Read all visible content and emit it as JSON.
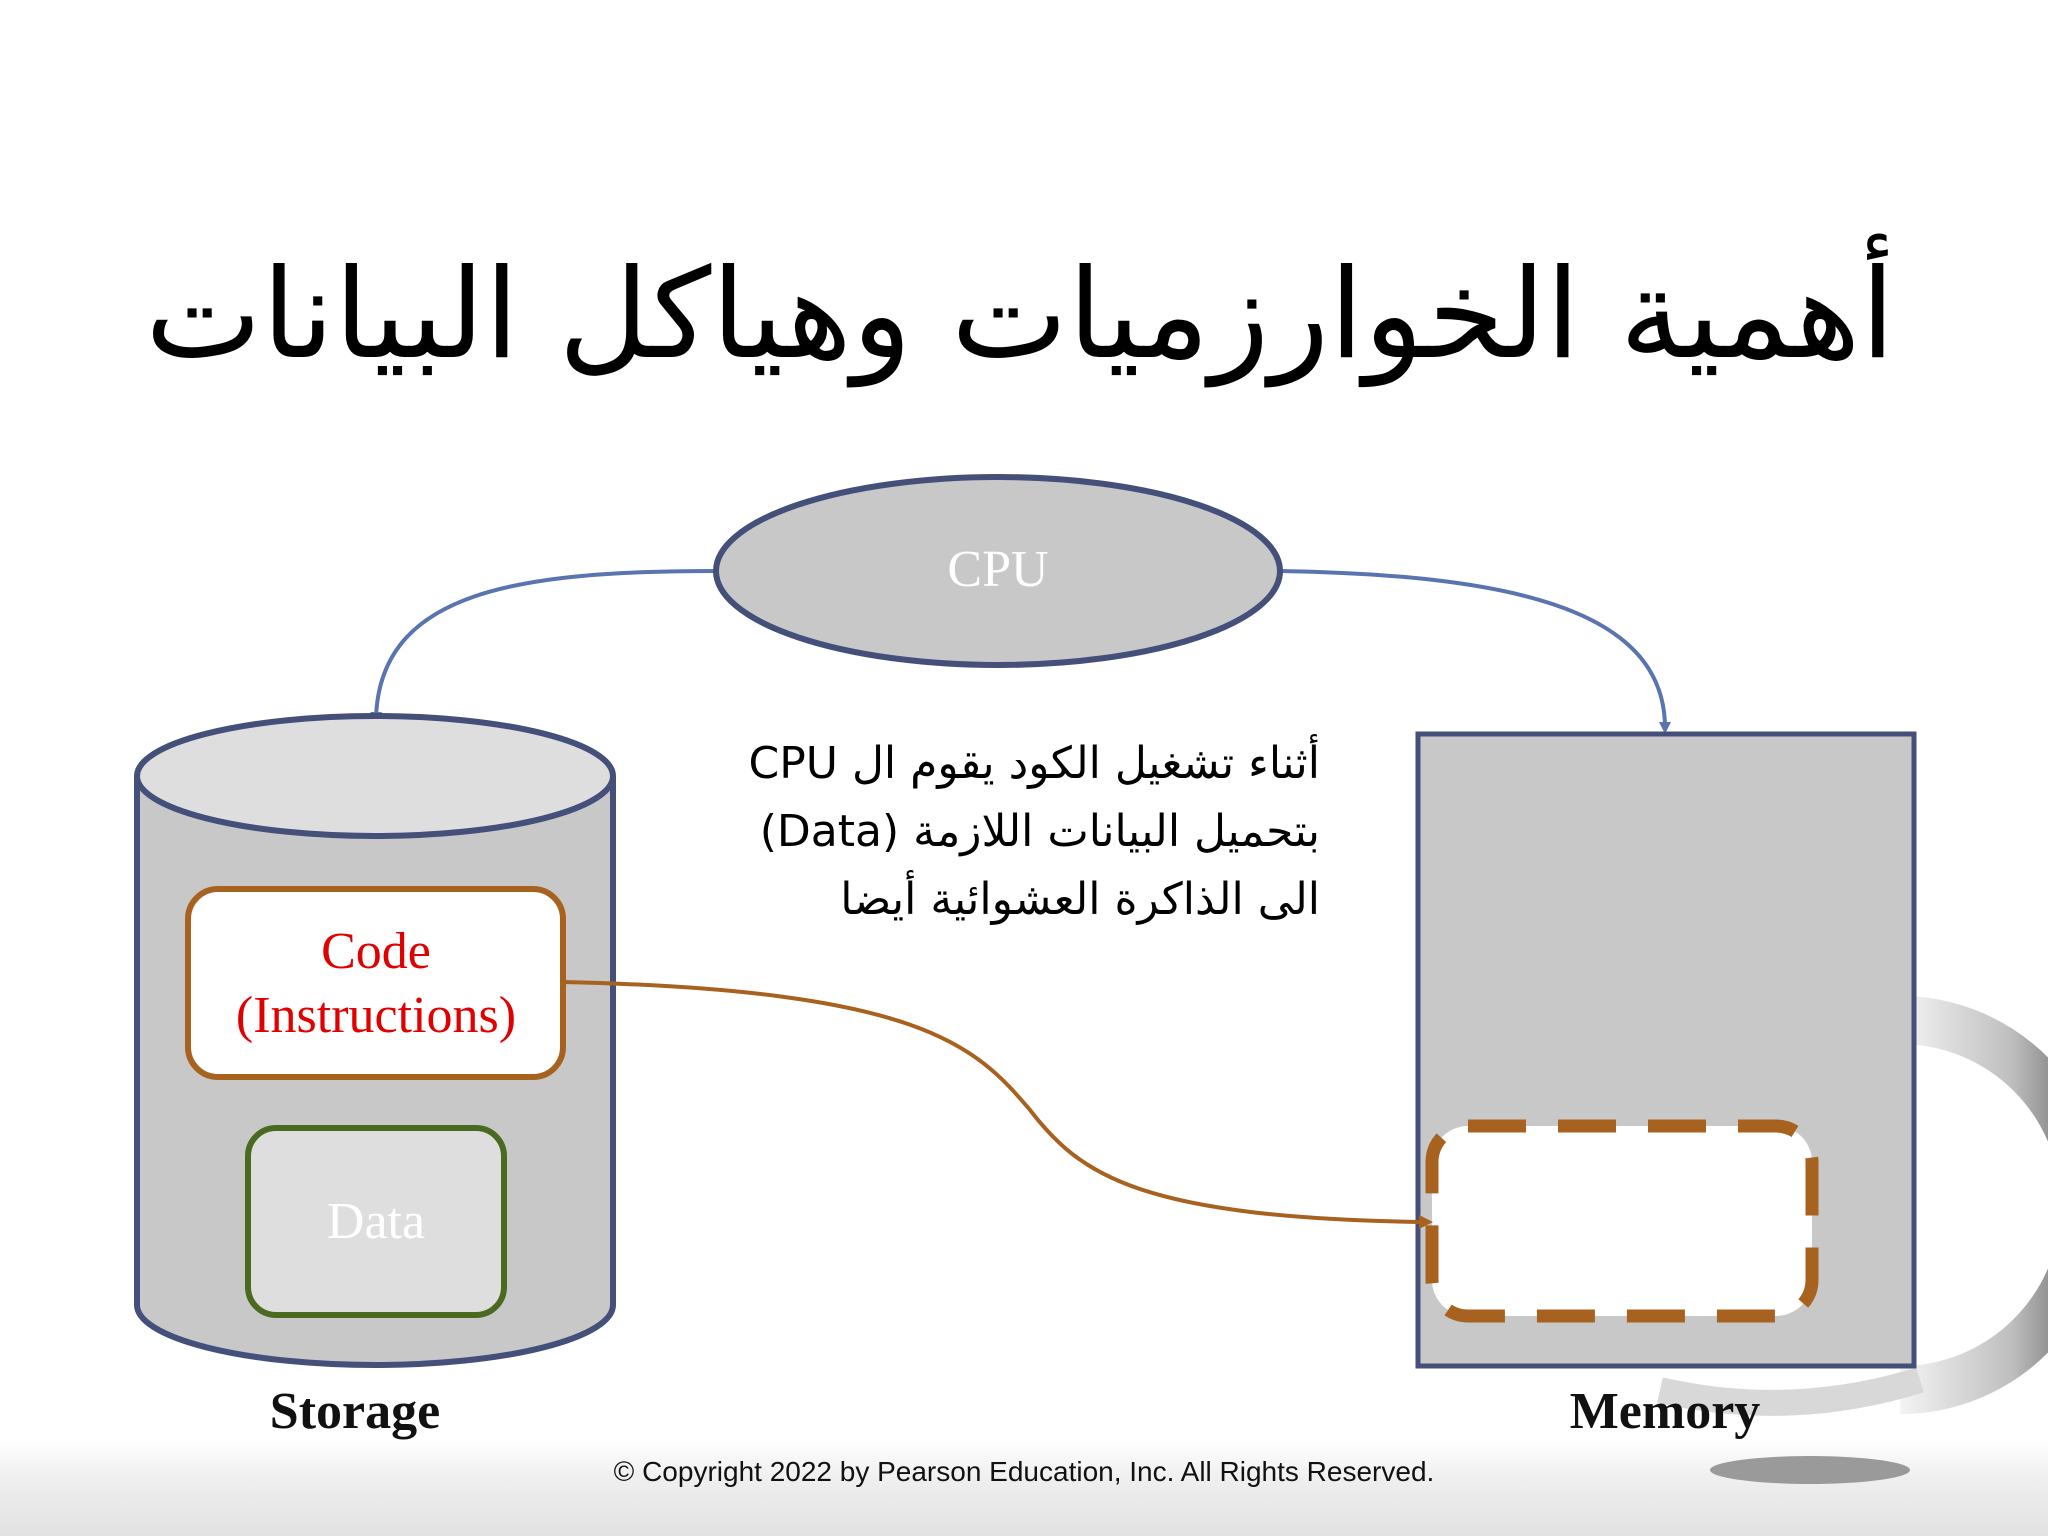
{
  "slide": {
    "title": "أهمية الخوارزميات وهياكل البيانات",
    "copyright": "© Copyright 2022 by Pearson Education, Inc. All Rights Reserved."
  },
  "diagram": {
    "cpu_label": "CPU",
    "storage_label": "Storage",
    "memory_label": "Memory",
    "code_label_line1": "Code",
    "code_label_line2": "(Instructions)",
    "data_label": "Data",
    "explanation_lines": [
      "أثناء تشغيل الكود يقوم ال CPU",
      "بتحميل البيانات اللازمة (Data)",
      "الى الذاكرة العشوائية أيضا"
    ]
  },
  "colors": {
    "node_fill": "#c8c8c8",
    "node_top_fill": "#dedede",
    "outline": "#44507a",
    "arrow_blue": "#5a74b0",
    "code_border": "#a86220",
    "code_text": "#e00000",
    "data_border": "#4a6a20",
    "dashed_border": "#a86220"
  }
}
